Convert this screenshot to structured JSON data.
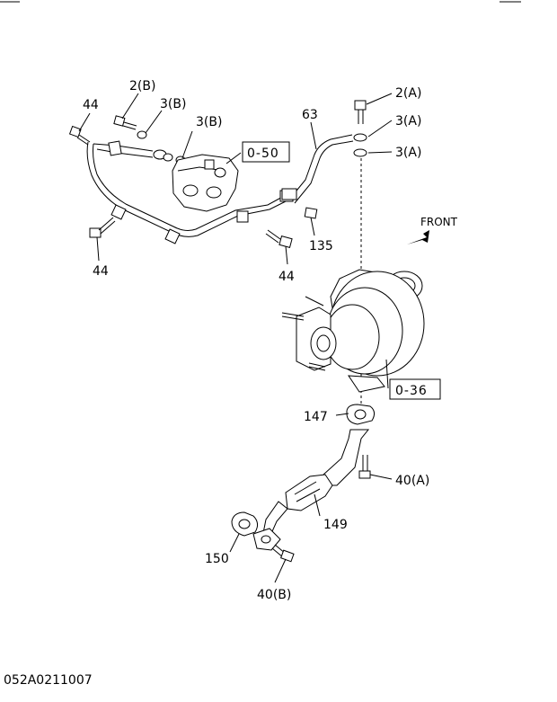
{
  "labels": {
    "l44a": "44",
    "l2b": "2(B)",
    "l3b1": "3(B)",
    "l3b2": "3(B)",
    "l050": "0-50",
    "l63": "63",
    "l2a": "2(A)",
    "l3a1": "3(A)",
    "l3a2": "3(A)",
    "front": "FRONT",
    "l135": "135",
    "l44b": "44",
    "l44c": "44",
    "l036": "0-36",
    "l147": "147",
    "l40a": "40(A)",
    "l149": "149",
    "l150": "150",
    "l40b": "40(B)"
  },
  "footer": {
    "code": "052A0211007"
  }
}
